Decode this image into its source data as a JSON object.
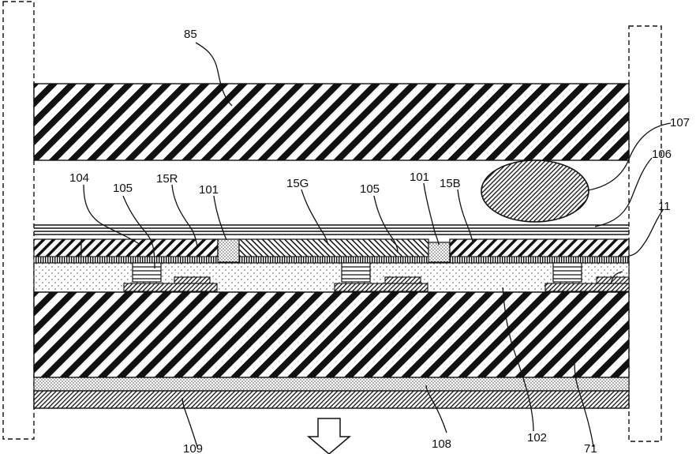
{
  "figure": {
    "labels": {
      "top_substrate": "85",
      "spacer_bead": "107",
      "alignment_film": "106",
      "color_filter_layer": "11",
      "black_matrix_left": "104",
      "common_electrode_left": "105",
      "filter_red": "15R",
      "overcoat_left": "101",
      "filter_green": "15G",
      "common_electrode_mid": "105",
      "overcoat_mid": "101",
      "filter_blue": "15B",
      "planarization_layer": "102",
      "bottom_substrate": "71",
      "diffusion_layer": "108",
      "polarizer": "109"
    },
    "light_direction": "down-arrow"
  }
}
